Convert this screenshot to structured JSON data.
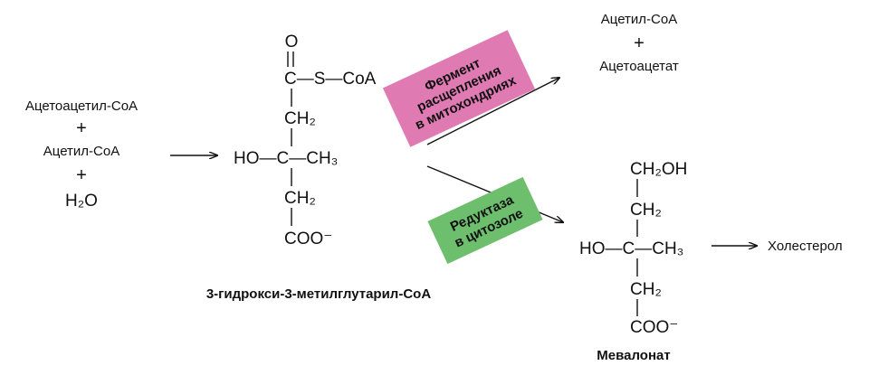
{
  "reactants": {
    "acetoacetyl_coa": "Ацетоацетил-CoA",
    "plus1": "+",
    "acetyl_coa": "Ацетил-CoA",
    "plus2": "+",
    "water": "H₂O"
  },
  "hmg": {
    "o": "O",
    "thioester": "C—S—CoA",
    "ch2_top": "CH₂",
    "center": "HO—C—CH₃",
    "ch2_bottom": "CH₂",
    "coo": "COO⁻",
    "name": "3-гидрокси-3-метилглутарил-CoA"
  },
  "enzymes": {
    "mito": [
      "Фермент",
      "расщепления",
      "в митохондриях"
    ],
    "cyto": [
      "Редуктаза",
      "в цитозоле"
    ],
    "mito_color": "#e07ab3",
    "cyto_color": "#6dbe6d"
  },
  "products_top": {
    "acetyl_coa": "Ацетил-CoA",
    "plus": "+",
    "acetoacetate": "Ацетоацетат"
  },
  "mevalonate": {
    "ch2oh": "CH₂OH",
    "ch2_top": "CH₂",
    "center": "HO—C—CH₃",
    "ch2_bottom": "CH₂",
    "coo": "COO⁻",
    "name": "Мевалонат"
  },
  "final_product": "Холестерол"
}
